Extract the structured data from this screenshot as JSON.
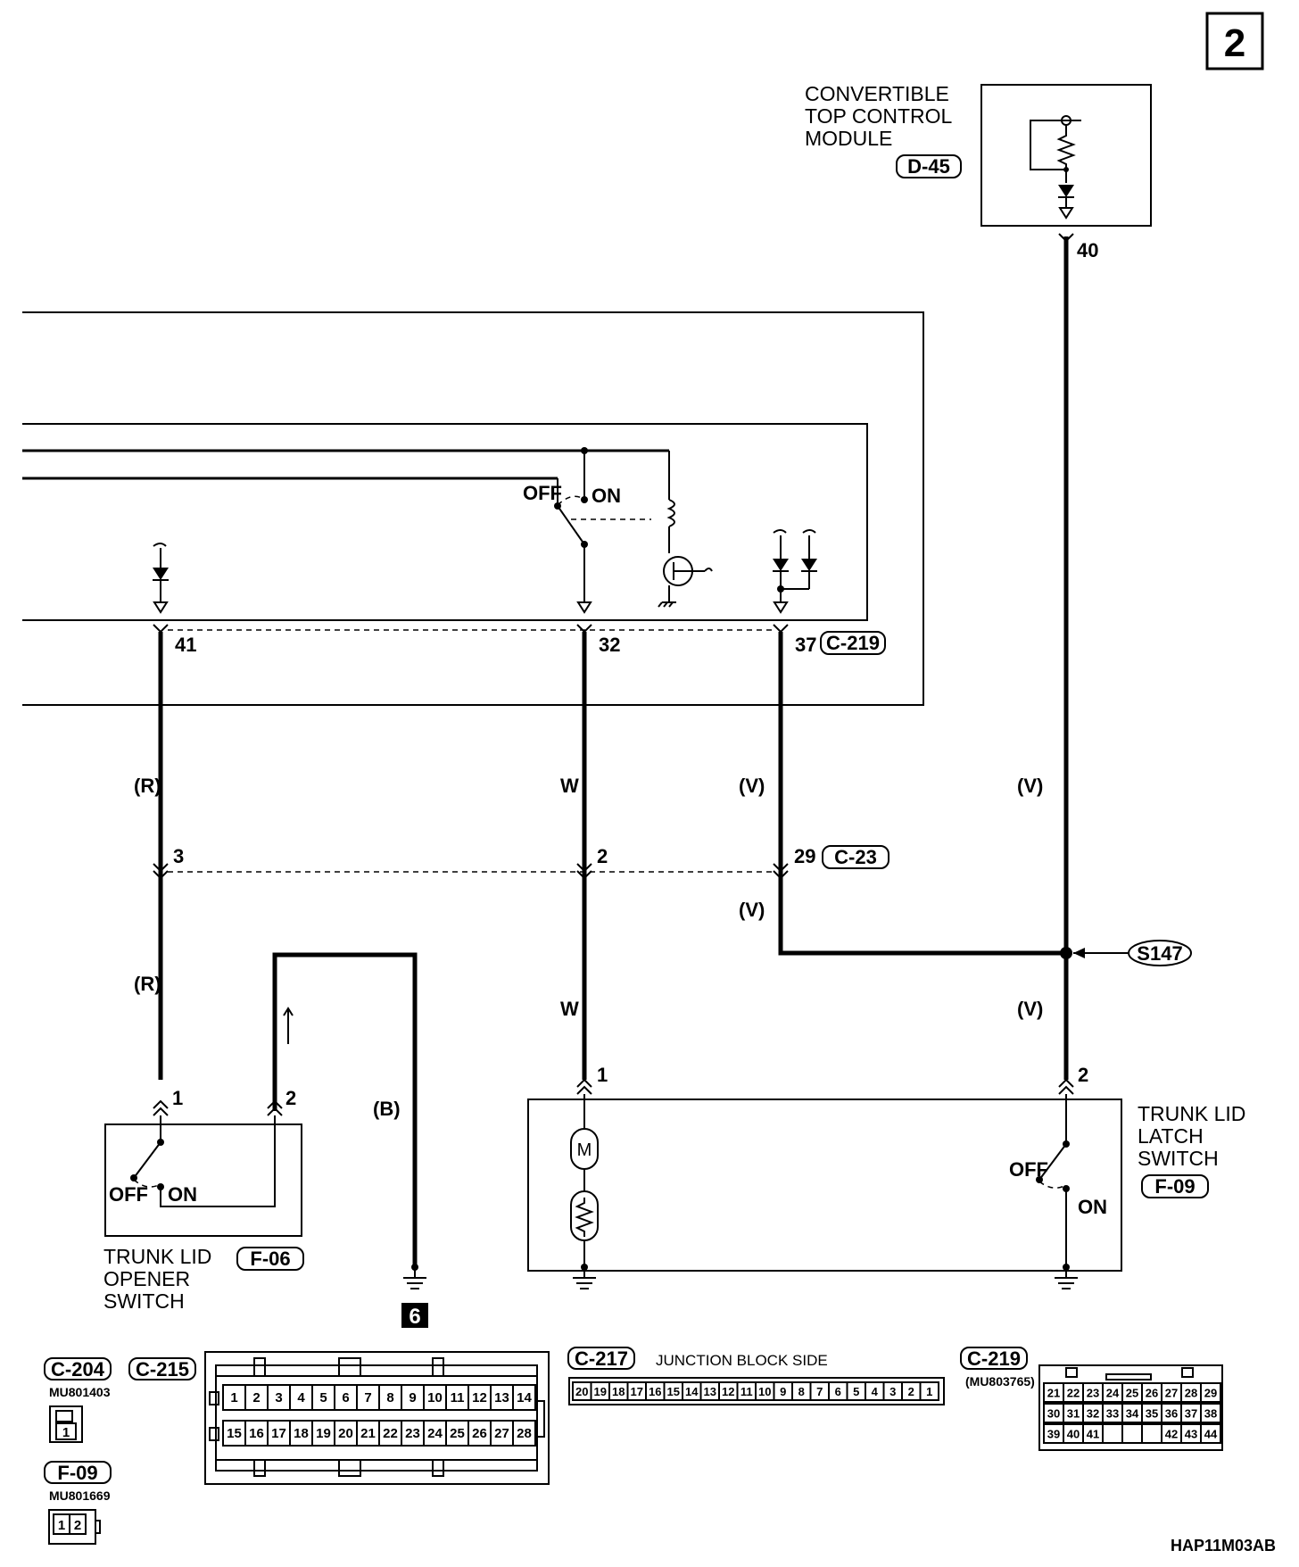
{
  "page_number": "2",
  "drawing_code": "HAP11M03AB",
  "module": {
    "title_lines": [
      "CONVERTIBLE",
      "TOP CONTROL",
      "MODULE"
    ],
    "connector": "D-45",
    "pin": "40"
  },
  "inner_block": {
    "connector": "C-219",
    "pins": [
      "41",
      "32",
      "37"
    ],
    "relay_switch": {
      "off": "OFF",
      "on": "ON"
    }
  },
  "intermediate_connector": {
    "connector": "C-23",
    "pins": [
      "3",
      "2",
      "29"
    ]
  },
  "splice": "S147",
  "wire_colors": {
    "red": "(R)",
    "white": "W",
    "violet": "(V)",
    "black": "(B)"
  },
  "opener_switch": {
    "title_lines": [
      "TRUNK LID",
      "OPENER",
      "SWITCH"
    ],
    "connector": "F-06",
    "pins": [
      "1",
      "2"
    ],
    "off": "OFF",
    "on": "ON"
  },
  "latch_switch": {
    "title_lines": [
      "TRUNK LID",
      "LATCH",
      "SWITCH"
    ],
    "connector": "F-09",
    "pins": [
      "1",
      "2"
    ],
    "off": "OFF",
    "on": "ON"
  },
  "ground_point": "6",
  "connector_views": {
    "c204": {
      "label": "C-204",
      "part": "MU801403",
      "pins": [
        "1"
      ]
    },
    "f09": {
      "label": "F-09",
      "part": "MU801669",
      "pins": [
        "1",
        "2"
      ]
    },
    "c215": {
      "label": "C-215",
      "top_row": [
        "1",
        "2",
        "3",
        "4",
        "5",
        "6",
        "7",
        "8",
        "9",
        "10",
        "11",
        "12",
        "13",
        "14"
      ],
      "bottom_row": [
        "15",
        "16",
        "17",
        "18",
        "19",
        "20",
        "21",
        "22",
        "23",
        "24",
        "25",
        "26",
        "27",
        "28"
      ]
    },
    "c217": {
      "label": "C-217",
      "caption": "JUNCTION BLOCK SIDE",
      "row": [
        "20",
        "19",
        "18",
        "17",
        "16",
        "15",
        "14",
        "13",
        "12",
        "11",
        "10",
        "9",
        "8",
        "7",
        "6",
        "5",
        "4",
        "3",
        "2",
        "1"
      ]
    },
    "c219": {
      "label": "C-219",
      "part": "(MU803765)",
      "row1": [
        "21",
        "22",
        "23",
        "24",
        "25",
        "26",
        "27",
        "28",
        "29"
      ],
      "row2": [
        "30",
        "31",
        "32",
        "33",
        "34",
        "35",
        "36",
        "37",
        "38"
      ],
      "row3": [
        "39",
        "40",
        "41",
        "",
        "",
        "",
        "42",
        "43",
        "44"
      ]
    }
  }
}
